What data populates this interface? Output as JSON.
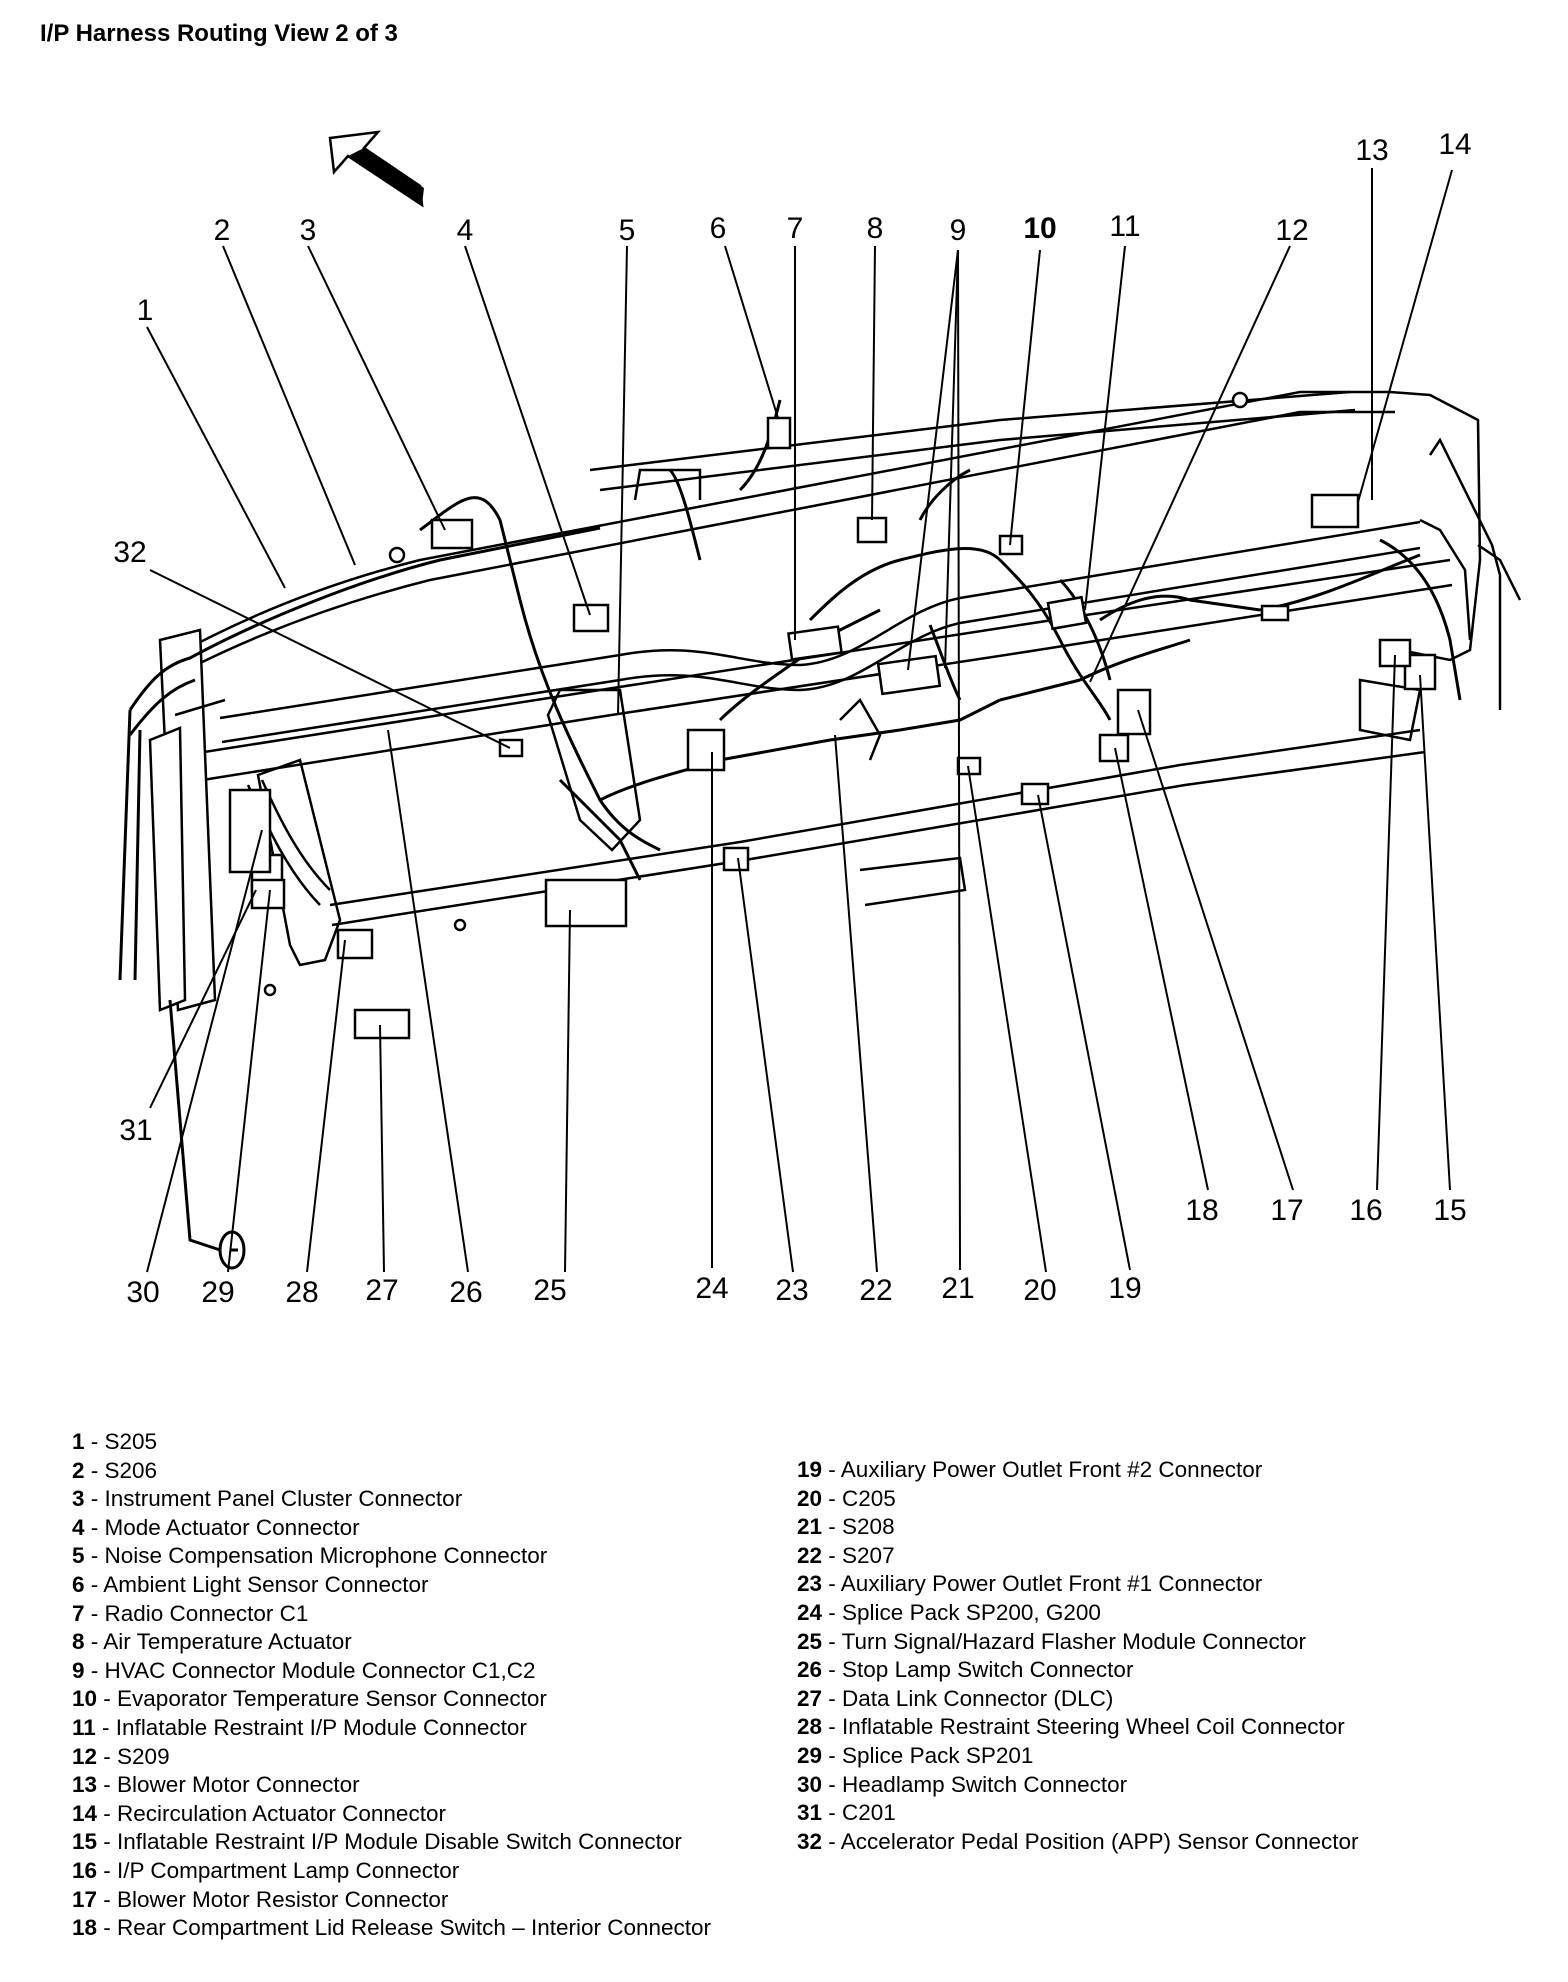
{
  "title": "I/P Harness Routing View 2 of 3",
  "callouts": [
    "1",
    "2",
    "3",
    "4",
    "5",
    "6",
    "7",
    "8",
    "9",
    "10",
    "11",
    "12",
    "13",
    "14",
    "15",
    "16",
    "17",
    "18",
    "19",
    "20",
    "21",
    "22",
    "23",
    "24",
    "25",
    "26",
    "27",
    "28",
    "29",
    "30",
    "31",
    "32"
  ],
  "legend": [
    {
      "num": "1",
      "text": "S205"
    },
    {
      "num": "2",
      "text": "S206"
    },
    {
      "num": "3",
      "text": "Instrument Panel Cluster Connector"
    },
    {
      "num": "4",
      "text": "Mode Actuator Connector"
    },
    {
      "num": "5",
      "text": "Noise Compensation Microphone Connector"
    },
    {
      "num": "6",
      "text": "Ambient Light Sensor Connector"
    },
    {
      "num": "7",
      "text": "Radio Connector C1"
    },
    {
      "num": "8",
      "text": "Air Temperature Actuator"
    },
    {
      "num": "9",
      "text": "HVAC Connector Module Connector C1,C2"
    },
    {
      "num": "10",
      "text": "Evaporator Temperature Sensor Connector"
    },
    {
      "num": "11",
      "text": "Inflatable Restraint I/P Module Connector"
    },
    {
      "num": "12",
      "text": "S209"
    },
    {
      "num": "13",
      "text": "Blower Motor Connector"
    },
    {
      "num": "14",
      "text": "Recirculation Actuator Connector"
    },
    {
      "num": "15",
      "text": "Inflatable Restraint I/P Module Disable Switch Connector"
    },
    {
      "num": "16",
      "text": "I/P Compartment Lamp Connector"
    },
    {
      "num": "17",
      "text": "Blower Motor Resistor Connector"
    },
    {
      "num": "18",
      "text": "Rear Compartment Lid Release Switch – Interior Connector"
    },
    {
      "num": "19",
      "text": "Auxiliary Power Outlet Front #2 Connector"
    },
    {
      "num": "20",
      "text": "C205"
    },
    {
      "num": "21",
      "text": "S208"
    },
    {
      "num": "22",
      "text": "S207"
    },
    {
      "num": "23",
      "text": "Auxiliary Power Outlet Front #1 Connector"
    },
    {
      "num": "24",
      "text": "Splice Pack SP200, G200"
    },
    {
      "num": "25",
      "text": "Turn Signal/Hazard Flasher Module Connector"
    },
    {
      "num": "26",
      "text": "Stop Lamp Switch Connector"
    },
    {
      "num": "27",
      "text": "Data Link Connector (DLC)"
    },
    {
      "num": "28",
      "text": "Inflatable Restraint Steering Wheel Coil Connector"
    },
    {
      "num": "29",
      "text": "Splice Pack SP201"
    },
    {
      "num": "30",
      "text": "Headlamp Switch Connector"
    },
    {
      "num": "31",
      "text": "C201"
    },
    {
      "num": "32",
      "text": "Accelerator Pedal Position (APP) Sensor Connector"
    }
  ]
}
